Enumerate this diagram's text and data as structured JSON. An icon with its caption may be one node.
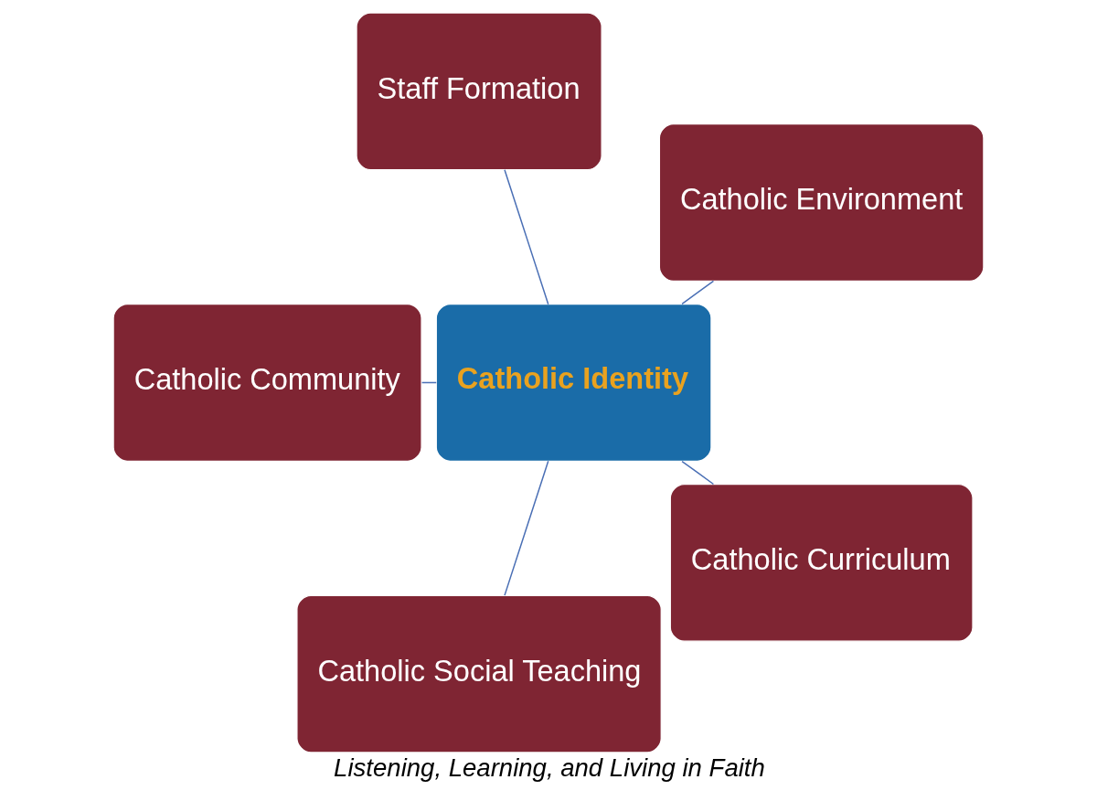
{
  "diagram": {
    "caption": "Listening, Learning, and Living in Faith",
    "nodes": [
      {
        "text": [
          "Catholic Environment"
        ]
      },
      {
        "text": [
          "Staff Formation"
        ]
      },
      {
        "text": [
          "Catholic Identity"
        ]
      },
      {
        "text": [
          "Catholic Community"
        ]
      },
      {
        "text": [
          "Catholic Social Teaching"
        ]
      },
      {
        "text": [
          "Catholic Curriculum"
        ]
      }
    ],
    "edges": [
      {
        "from": 2,
        "to": 0,
        "arrow": "none"
      },
      {
        "from": 2,
        "to": 1,
        "arrow": "none"
      },
      {
        "from": 2,
        "to": 3,
        "arrow": "none"
      },
      {
        "from": 2,
        "to": 4,
        "arrow": "none"
      },
      {
        "from": 2,
        "to": 5,
        "arrow": "none"
      }
    ]
  }
}
